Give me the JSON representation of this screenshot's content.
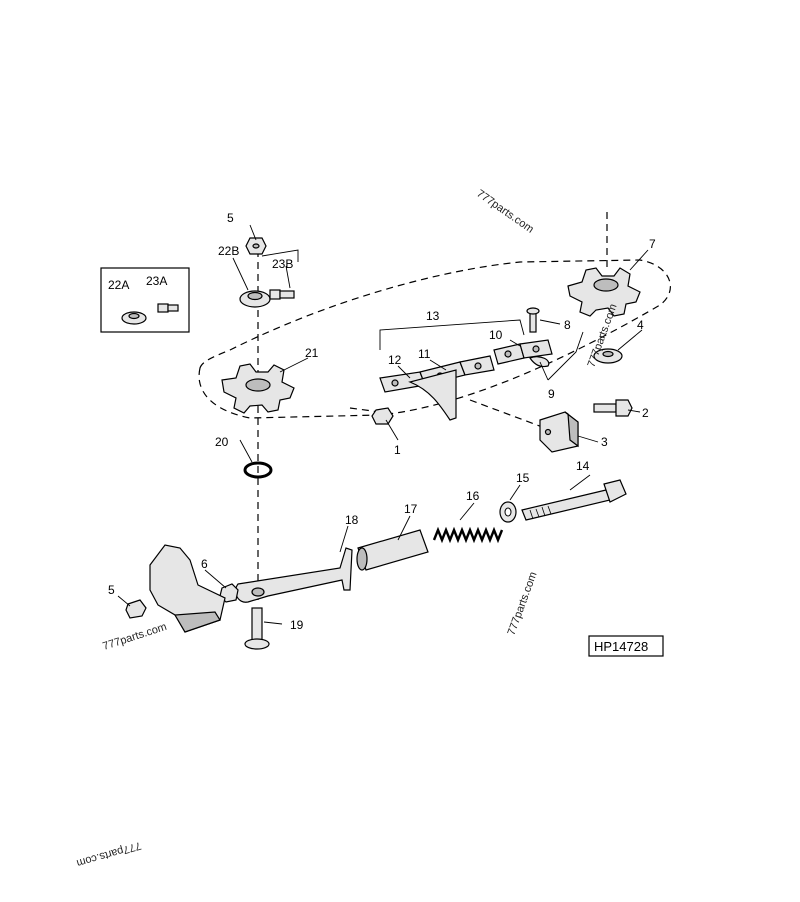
{
  "callouts": {
    "c1": "1",
    "c2": "2",
    "c3": "3",
    "c4": "4",
    "c5a": "5",
    "c5b": "5",
    "c6": "6",
    "c7": "7",
    "c8": "8",
    "c9": "9",
    "c10": "10",
    "c11": "11",
    "c12": "12",
    "c13": "13",
    "c14": "14",
    "c15": "15",
    "c16": "16",
    "c17": "17",
    "c18": "18",
    "c19": "19",
    "c20": "20",
    "c21": "21",
    "c22a": "22A",
    "c22b": "22B",
    "c23a": "23A",
    "c23b": "23B"
  },
  "reference_code": "HP14728",
  "watermarks": [
    "777parts.com",
    "777parts.com",
    "777parts.com",
    "777parts.com",
    "777parts.com"
  ]
}
